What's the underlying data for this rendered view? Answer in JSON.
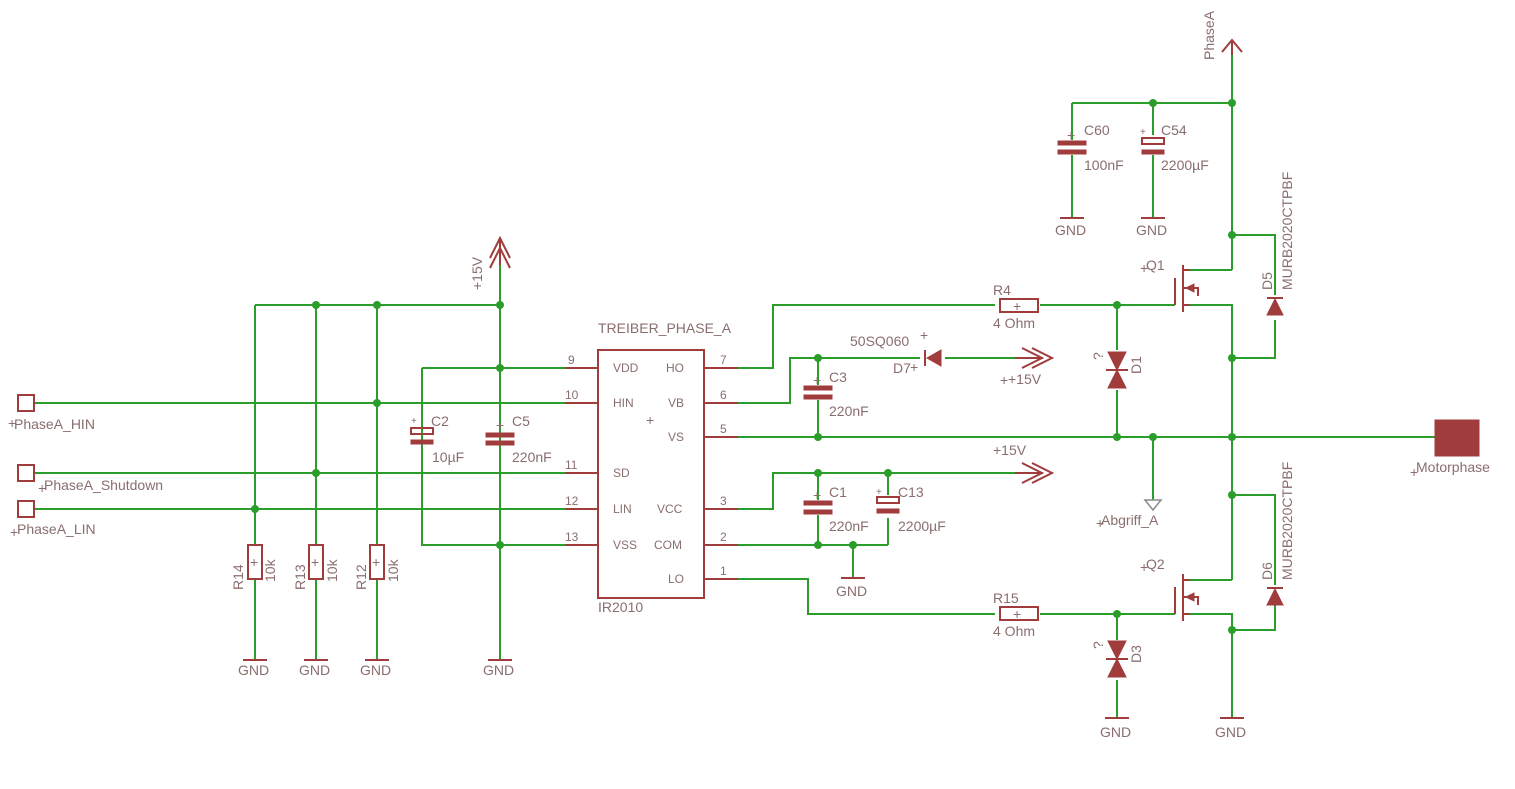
{
  "ic": {
    "name": "TREIBER_PHASE_A",
    "value": "IR2010",
    "pins_left": [
      {
        "num": "9",
        "name": "VDD"
      },
      {
        "num": "10",
        "name": "HIN"
      },
      {
        "num": "11",
        "name": "SD"
      },
      {
        "num": "12",
        "name": "LIN"
      },
      {
        "num": "13",
        "name": "VSS"
      }
    ],
    "pins_right": [
      {
        "num": "7",
        "name": "HO"
      },
      {
        "num": "6",
        "name": "VB"
      },
      {
        "num": "5",
        "name": "VS"
      },
      {
        "num": "3",
        "name": "VCC"
      },
      {
        "num": "2",
        "name": "COM"
      },
      {
        "num": "1",
        "name": "LO"
      }
    ]
  },
  "components": {
    "c60": {
      "name": "C60",
      "value": "100nF"
    },
    "c54": {
      "name": "C54",
      "value": "2200µF"
    },
    "c3": {
      "name": "C3",
      "value": "220nF"
    },
    "c2": {
      "name": "C2",
      "value": "10µF"
    },
    "c5": {
      "name": "C5",
      "value": "220nF"
    },
    "c1": {
      "name": "C1",
      "value": "220nF"
    },
    "c13": {
      "name": "C13",
      "value": "2200µF"
    },
    "r4": {
      "name": "R4",
      "value": "4 Ohm"
    },
    "r15": {
      "name": "R15",
      "value": "4 Ohm"
    },
    "r14": {
      "name": "R14",
      "value": "10k"
    },
    "r13": {
      "name": "R13",
      "value": "10k"
    },
    "r12": {
      "name": "R12",
      "value": "10k"
    },
    "d7": {
      "name": "D7",
      "value": "50SQ060"
    },
    "d5": {
      "name": "D5",
      "value": "MURB2020CTPBF"
    },
    "d6": {
      "name": "D6",
      "value": "MURB2020CTPBF"
    },
    "d1": {
      "name": "D1",
      "value": "?"
    },
    "d3": {
      "name": "D3",
      "value": "?"
    },
    "q1": {
      "name": "Q1"
    },
    "q2": {
      "name": "Q2"
    }
  },
  "nets": {
    "gnd": "GND",
    "plus15v": "+15V",
    "phasea": "PhaseA",
    "motorphase": "Motorphase",
    "abgriff": "Abgriff_A",
    "hin": "PhaseA_HIN",
    "shutdown": "PhaseA_Shutdown",
    "lin": "PhaseA_LIN"
  },
  "colors": {
    "wire": "#2a9d2a",
    "symbol": "#a03c3c",
    "text": "#8a6e6e"
  }
}
